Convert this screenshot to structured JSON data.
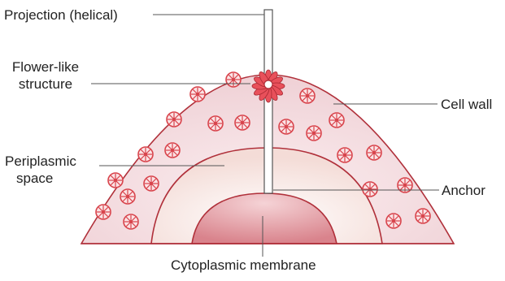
{
  "labels": {
    "projection": "Projection (helical)",
    "flower_line1": "Flower-like",
    "flower_line2": "structure",
    "cell_wall": "Cell wall",
    "periplasmic_line1": "Periplasmic",
    "periplasmic_line2": "space",
    "anchor": "Anchor",
    "cytoplasmic_membrane": "Cytoplasmic membrane"
  },
  "colors": {
    "outline": "#b0303a",
    "wall_fill": "#f4dde0",
    "periplasm_fill": "#fbf1ec",
    "membrane_fill": "#e7a6ad",
    "particle": "#d8434b",
    "flower": "#e8505a",
    "rod_fill": "#ffffff",
    "rod_stroke": "#555555",
    "leader": "#555555",
    "text": "#222222"
  }
}
